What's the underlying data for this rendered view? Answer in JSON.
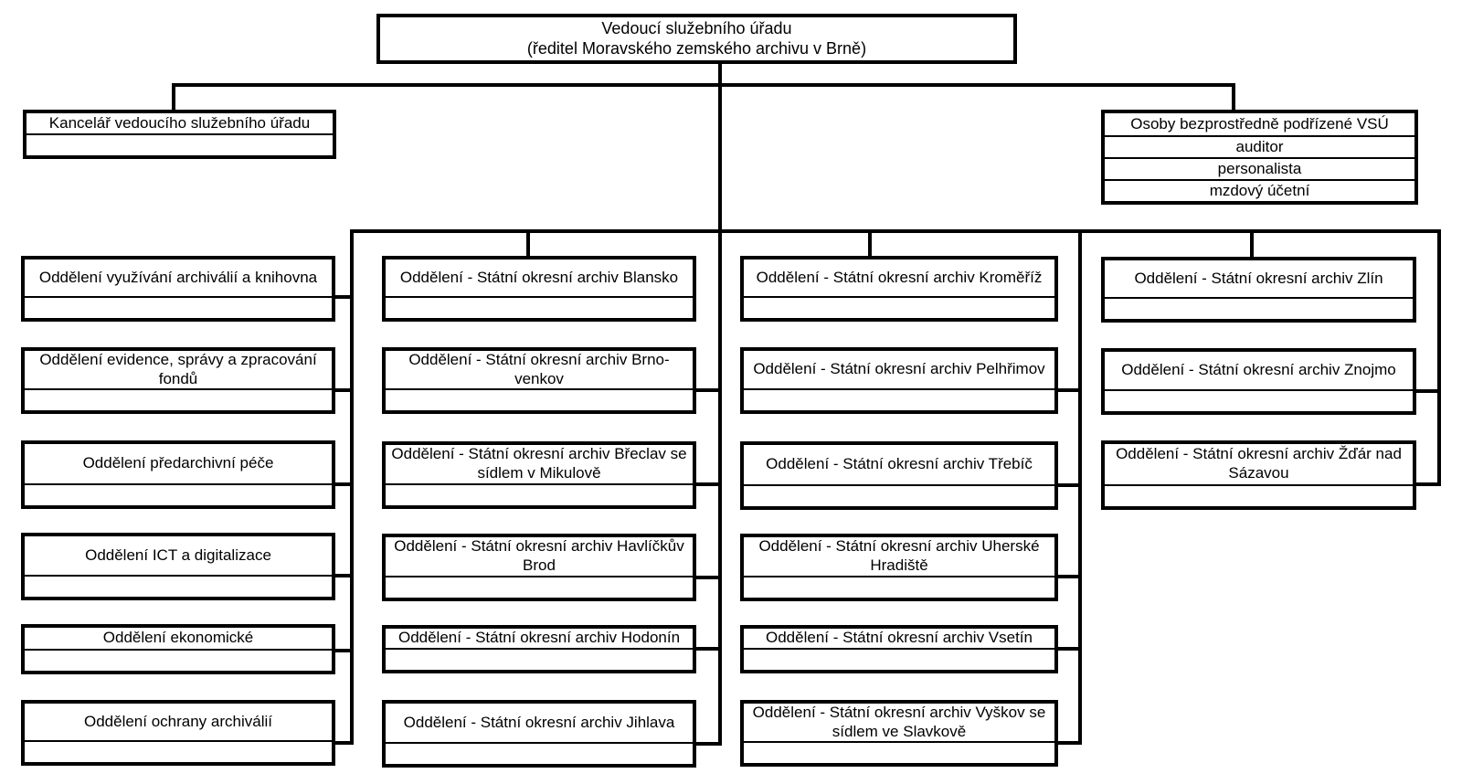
{
  "root_box": {
    "line1": "Vedoucí služebního úřadu",
    "line2": "(ředitel Moravského zemského archivu v Brně)"
  },
  "kancelar_box": {
    "title": "Kancelář vedoucího služebního úřadu"
  },
  "osoby_box": {
    "title": "Osoby bezprostředně podřízené VSÚ",
    "rows": [
      "auditor",
      "personalista",
      "mzdový účetní"
    ]
  },
  "columns": [
    {
      "boxes": [
        "Oddělení využívání archiválií a knihovna",
        "Oddělení evidence, správy a zpracování fondů",
        "Oddělení předarchivní péče",
        "Oddělení ICT a digitalizace",
        "Oddělení ekonomické",
        "Oddělení ochrany archiválií"
      ]
    },
    {
      "boxes": [
        "Oddělení - Státní okresní archiv Blansko",
        "Oddělení - Státní okresní archiv Brno-venkov",
        "Oddělení - Státní okresní archiv Břeclav se sídlem v Mikulově",
        "Oddělení - Státní okresní archiv Havlíčkův Brod",
        "Oddělení - Státní okresní archiv Hodonín",
        "Oddělení - Státní okresní archiv Jihlava"
      ]
    },
    {
      "boxes": [
        "Oddělení - Státní okresní archiv Kroměříž",
        "Oddělení - Státní okresní archiv Pelhřimov",
        "Oddělení - Státní okresní archiv Třebíč",
        "Oddělení - Státní okresní archiv Uherské Hradiště",
        "Oddělení - Státní okresní archiv Vsetín",
        "Oddělení - Státní okresní archiv Vyškov se sídlem ve Slavkově"
      ]
    },
    {
      "boxes": [
        "Oddělení - Státní okresní archiv Zlín",
        "Oddělení - Státní okresní archiv Znojmo",
        "Oddělení - Státní okresní archiv Žďár nad Sázavou"
      ]
    }
  ],
  "colors": {
    "line": "#000000",
    "background": "#ffffff",
    "text": "#000000"
  }
}
